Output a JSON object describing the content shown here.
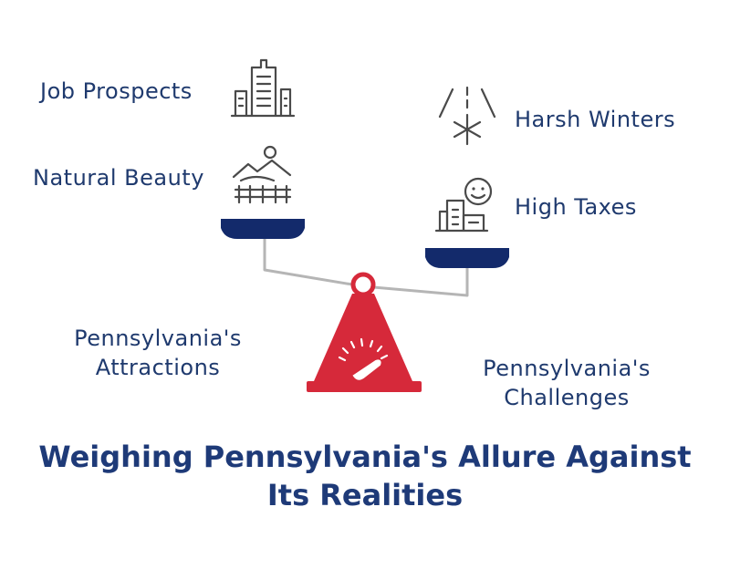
{
  "title": "Weighing Pennsylvania's Allure Against Its Realities",
  "left_side": {
    "caption_line1": "Pennsylvania's",
    "caption_line2": "Attractions",
    "items": [
      {
        "label": "Job Prospects",
        "icon": "city-buildings-icon"
      },
      {
        "label": "Natural Beauty",
        "icon": "mountain-landscape-icon"
      }
    ]
  },
  "right_side": {
    "caption_line1": "Pennsylvania's",
    "caption_line2": "Challenges",
    "items": [
      {
        "label": "Harsh Winters",
        "icon": "snow-road-icon"
      },
      {
        "label": "High Taxes",
        "icon": "taxes-buildings-icon"
      }
    ]
  },
  "colors": {
    "pan": "#132a6b",
    "fulcrum": "#d6293a",
    "text": "#1f3a6e",
    "beam": "#b5b5b5"
  }
}
